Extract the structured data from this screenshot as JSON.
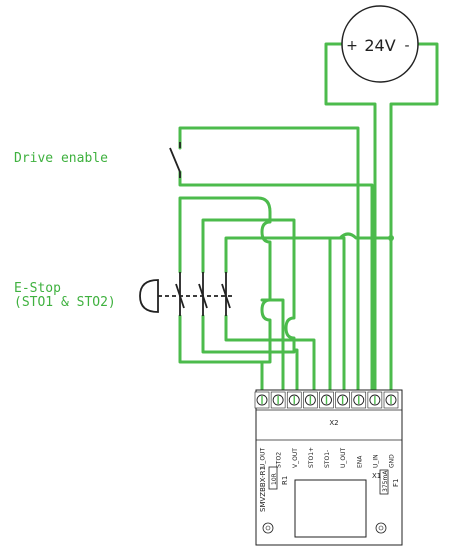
{
  "colors": {
    "wire": "#4cbb4c",
    "label": "#3fb13f",
    "module_outline": "#222222",
    "background": "#ffffff"
  },
  "power_supply": {
    "plus": "+",
    "voltage": "24V",
    "minus": "-"
  },
  "labels": {
    "drive_enable": "Drive enable",
    "estop_line1": "E-Stop",
    "estop_line2": "(STO1 & STO2)"
  },
  "connector": {
    "name": "X2",
    "pins": [
      "U_OUT",
      "STO2",
      "V_OUT",
      "STO1+",
      "STO1-",
      "U_OUT",
      "ENA",
      "U_IN",
      "GND"
    ]
  },
  "module": {
    "part_number": "SMVZBBX-R1",
    "resistor_value": "10R",
    "resistor_ref": "R1",
    "fuse_value": "375mA",
    "fuse_ref": "F1",
    "header_ref": "X1"
  },
  "icons": {
    "switch": "normally-open-switch-icon",
    "estop": "emergency-stop-mushroom-icon",
    "screw": "screw-terminal-icon",
    "mount": "mounting-hole-icon"
  }
}
